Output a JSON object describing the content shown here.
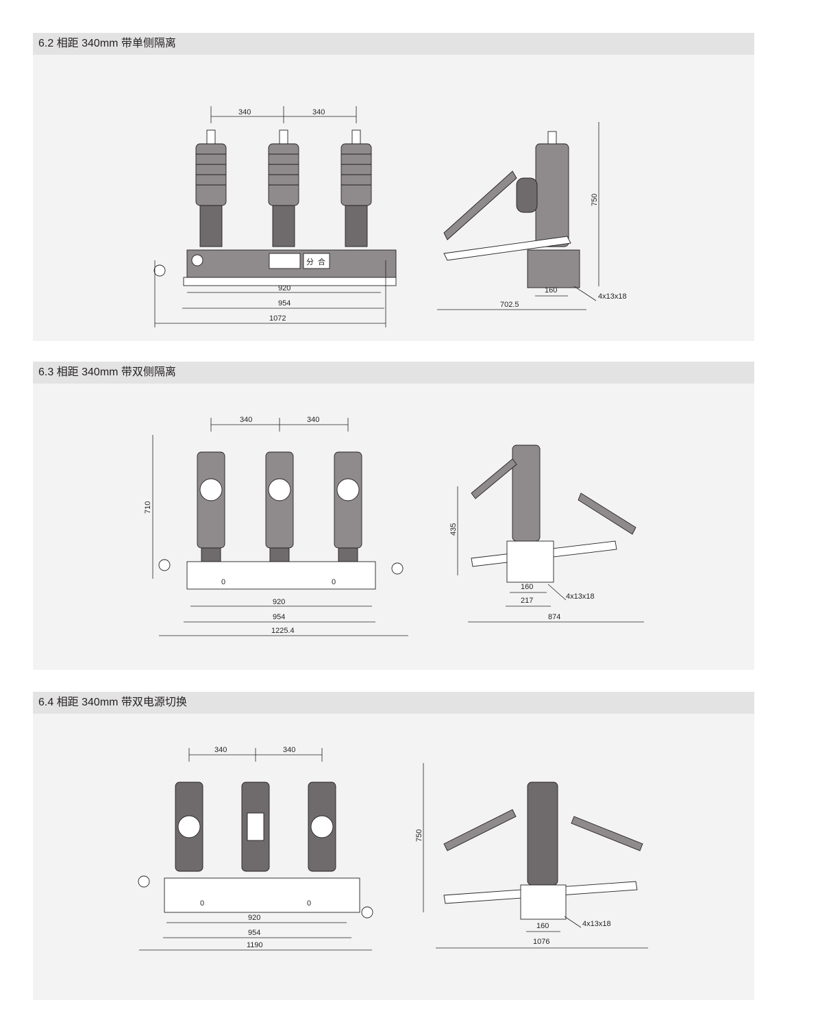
{
  "sections": [
    {
      "title": "6.2 相距 340mm 带单侧隔离",
      "front": {
        "pitch_left": "340",
        "pitch_right": "340",
        "dim1": "920",
        "dim2": "954",
        "dim3": "1072"
      },
      "side": {
        "height": "750",
        "base": "160",
        "width": "702.5",
        "hole": "4x13x18"
      }
    },
    {
      "title": "6.3 相距 340mm 带双侧隔离",
      "front": {
        "pitch_left": "340",
        "pitch_right": "340",
        "height": "710",
        "dim1": "920",
        "dim2": "954",
        "dim3": "1225.4"
      },
      "side": {
        "height": "435",
        "base": "160",
        "base2": "217",
        "width": "874",
        "hole": "4x13x18"
      }
    },
    {
      "title": "6.4 相距 340mm 带双电源切换",
      "front": {
        "pitch_left": "340",
        "pitch_right": "340",
        "dim1": "920",
        "dim2": "954",
        "dim3": "1190"
      },
      "side": {
        "height": "750",
        "base": "160",
        "width": "1076",
        "hole": "4x13x18"
      }
    }
  ],
  "panel_label": {
    "open": "分",
    "close": "合"
  },
  "scale_marks": {
    "zero": "0"
  },
  "colors": {
    "header_bg": "#e3e3e3",
    "panel_bg": "#f3f3f3",
    "insulator": "#8f8a8b",
    "ink": "#231f20"
  }
}
